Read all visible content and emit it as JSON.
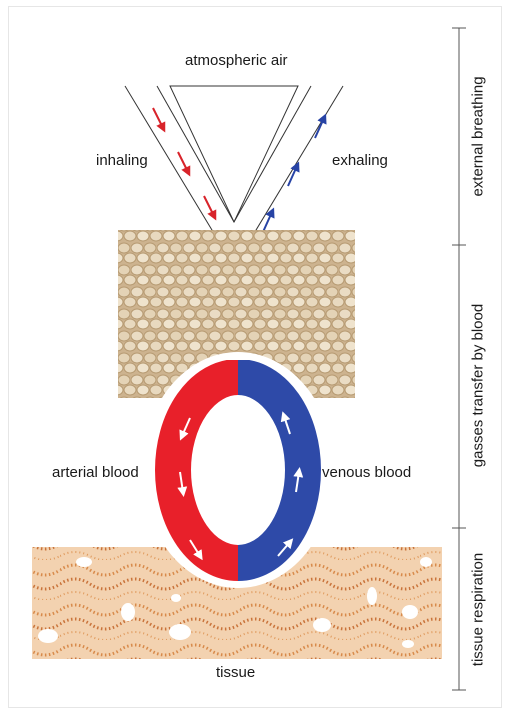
{
  "labels": {
    "atmospheric_air": "atmospheric air",
    "inhaling": "inhaling",
    "exhaling": "exhaling",
    "arterial_blood": "arterial blood",
    "venous_blood": "venous blood",
    "tissue": "tissue"
  },
  "sections": {
    "external_breathing": "external breathing",
    "gas_transfer": "gasses transfer by blood",
    "tissue_respiration": "tissue respiration"
  },
  "colors": {
    "arterial": "#e8202a",
    "venous": "#2e4aa8",
    "lung_tissue": "#d9c4a3",
    "body_tissue": "#e9b98d"
  }
}
